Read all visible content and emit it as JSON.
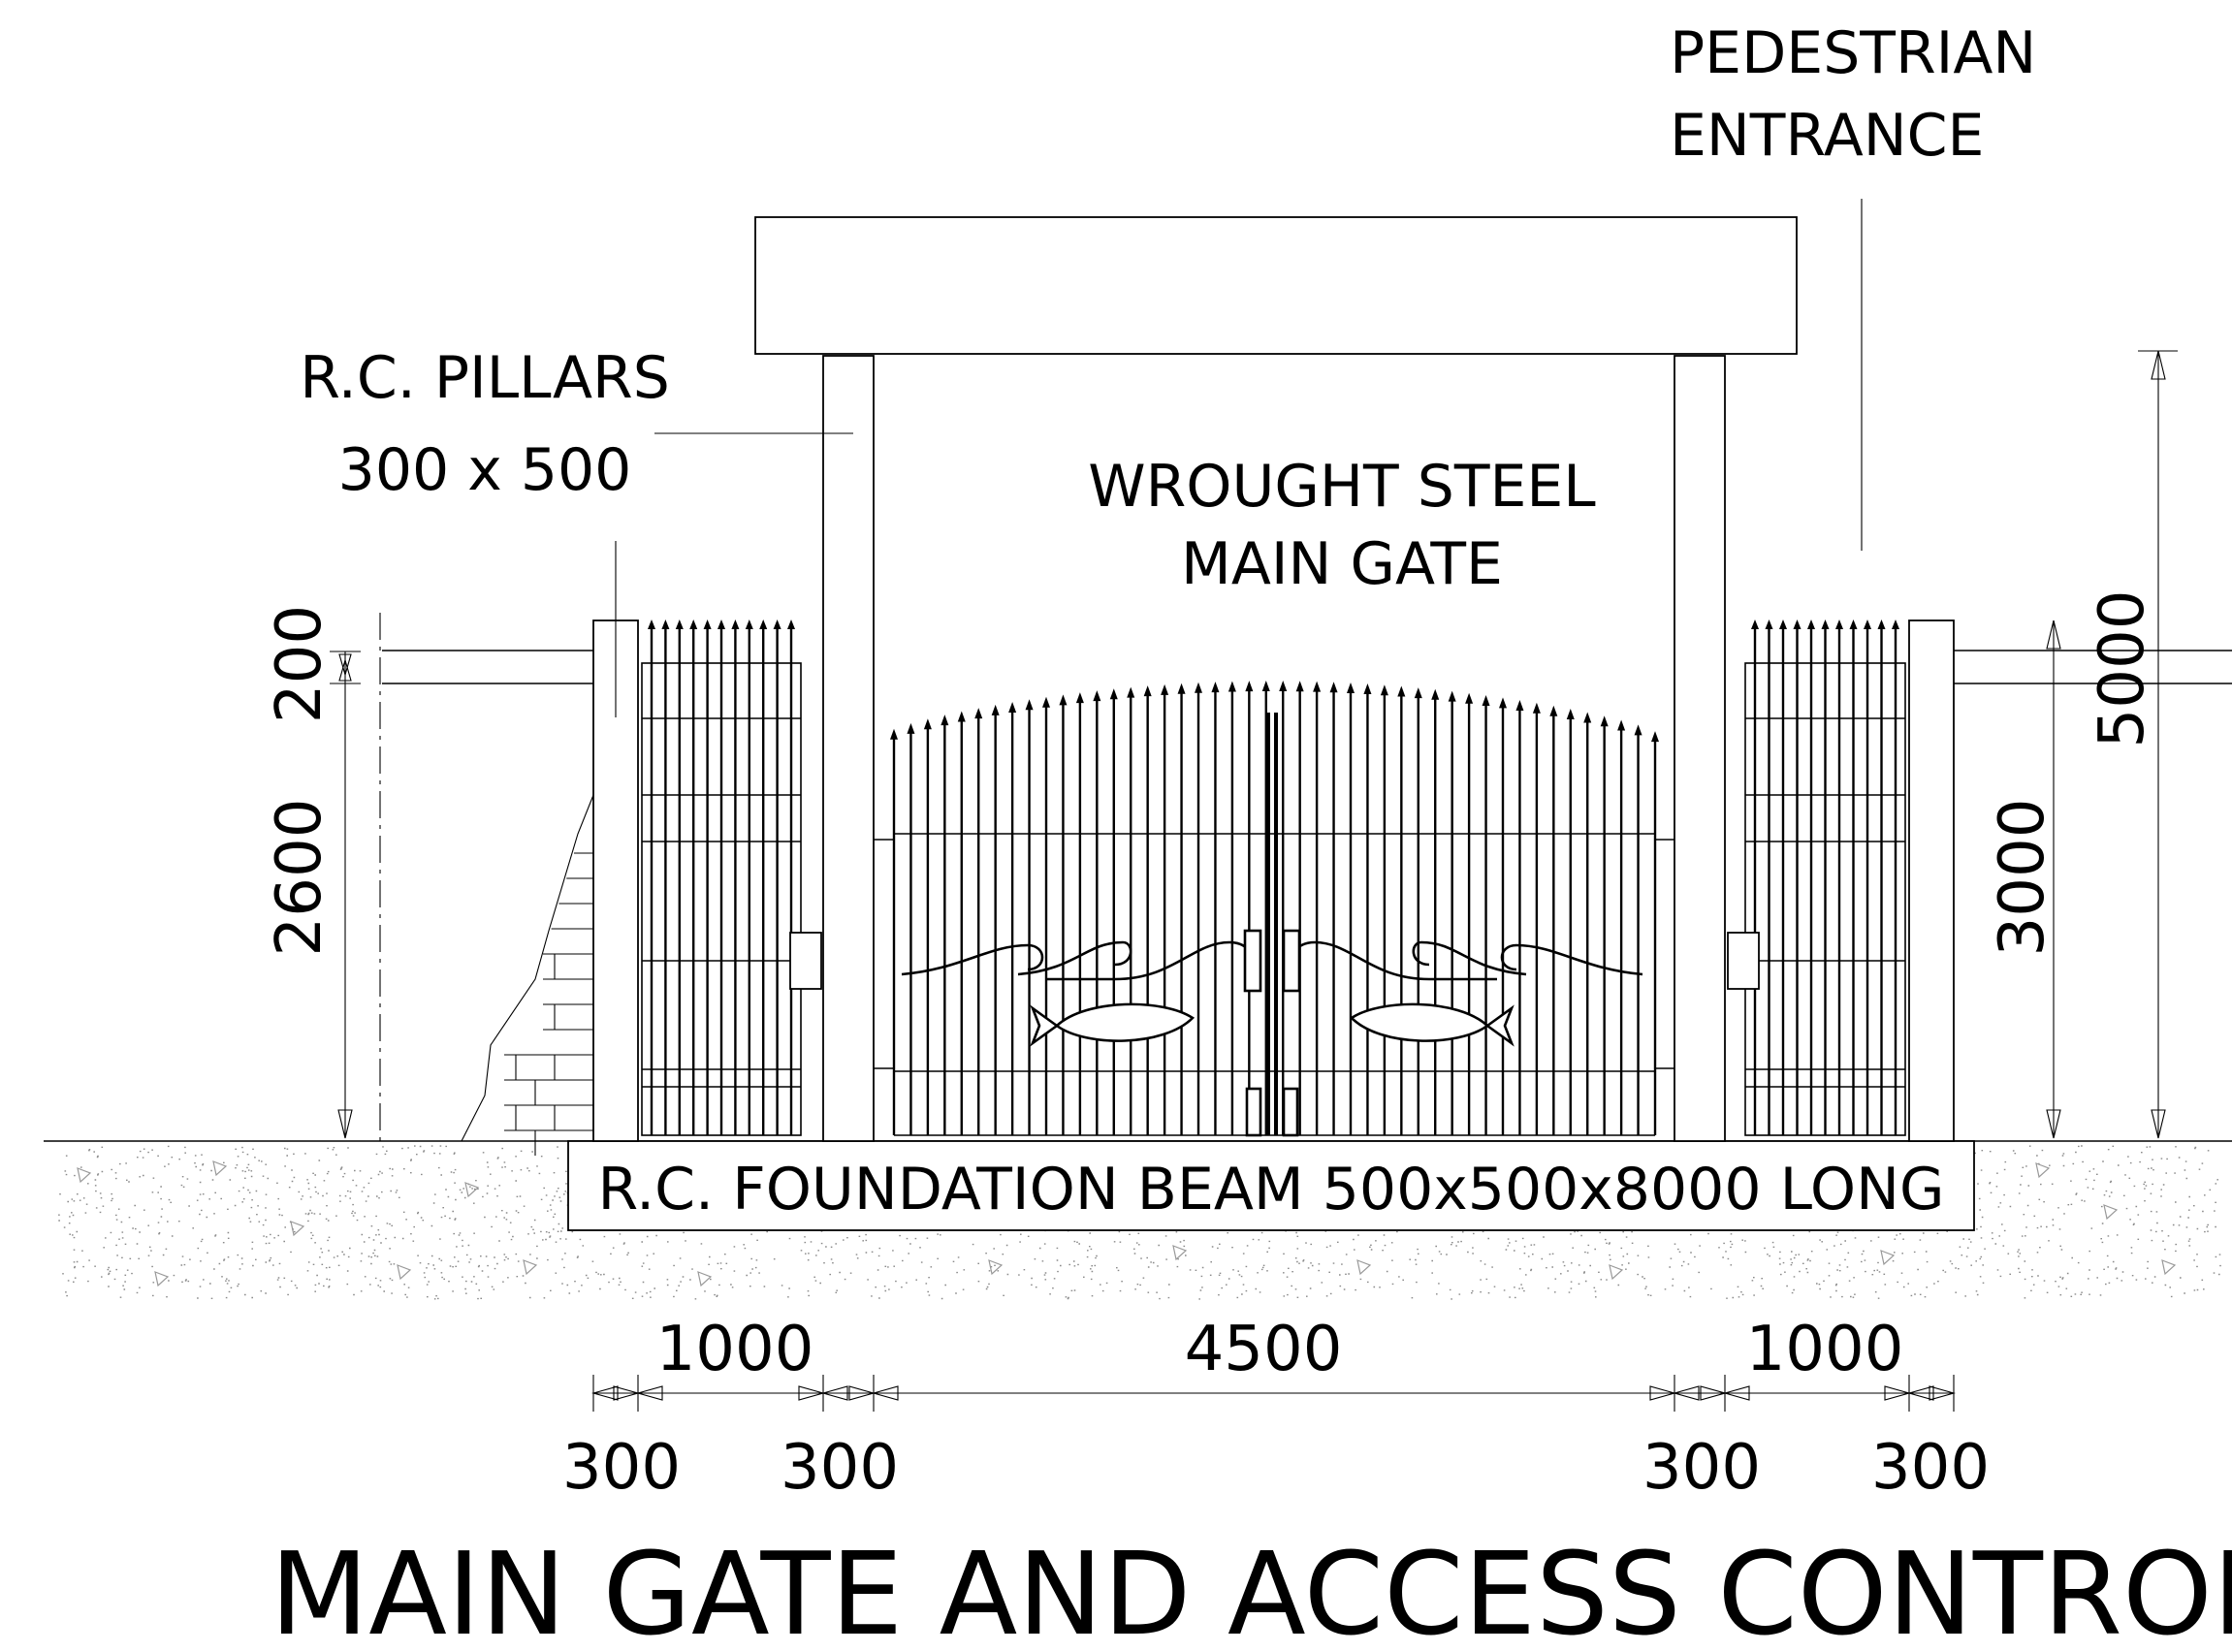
{
  "drawing": {
    "title": "MAIN GATE AND ACCESS CONTROL",
    "labels": {
      "pillars_line1": "R.C. PILLARS",
      "pillars_line2": "300 x 500",
      "gate_line1": "WROUGHT STEEL",
      "gate_line2": "MAIN GATE",
      "pedestrian_line1": "PEDESTRIAN",
      "pedestrian_line2": "ENTRANCE",
      "foundation": "R.C. FOUNDATION BEAM 500x500x8000 LONG"
    },
    "dimensions": {
      "wall_cap": "200",
      "wall_height": "2600",
      "overall_height": "5000",
      "pedestrian_height": "3000",
      "left_ped_width": "1000",
      "main_gate_width": "4500",
      "right_ped_width": "1000",
      "pillar_1": "300",
      "pillar_2": "300",
      "pillar_3": "300",
      "pillar_4": "300"
    }
  }
}
